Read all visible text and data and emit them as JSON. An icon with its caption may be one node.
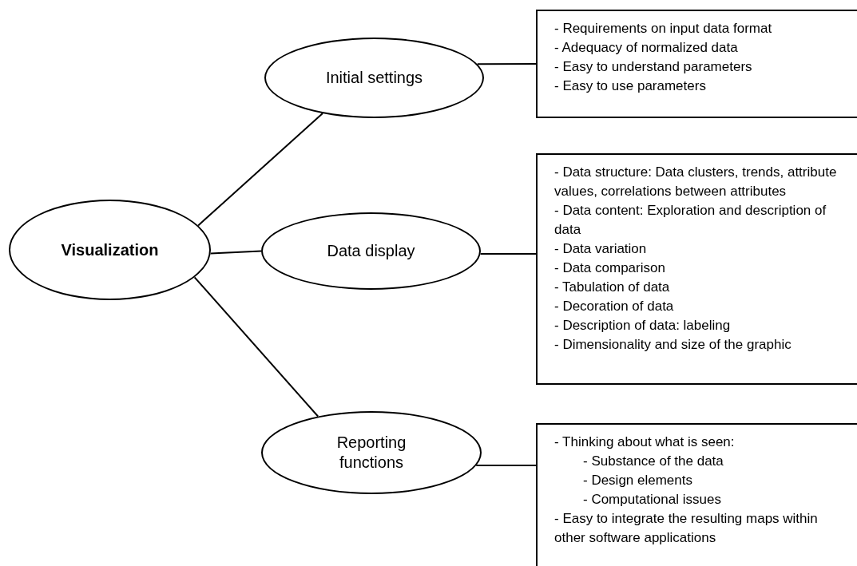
{
  "diagram": {
    "nodes": [
      {
        "text": [
          "Visualization"
        ]
      },
      {
        "text": [
          "Initial settings"
        ]
      },
      {
        "text": [
          "- Requirements on input data format",
          "- Adequacy of normalized data",
          "- Easy to understand parameters",
          "- Easy to use parameters"
        ]
      },
      {
        "text": [
          "Data display"
        ]
      },
      {
        "text": [
          "- Data structure: Data clusters, trends, attribute values, correlations between attributes",
          "- Data content: Exploration and description of data",
          "- Data variation",
          "- Data comparison",
          "- Tabulation of data",
          "- Decoration of data",
          "- Description of data: labeling",
          "- Dimensionality and size of the graphic"
        ]
      },
      {
        "text": [
          "Reporting functions"
        ]
      },
      {
        "text": [
          "- Thinking about what is seen:",
          "- Substance of the data",
          "- Design elements",
          "- Computational issues",
          "- Easy to integrate the resulting maps within other software applications"
        ]
      }
    ],
    "edges": [
      {
        "from": 0,
        "to": 1,
        "arrow": "none"
      },
      {
        "from": 0,
        "to": 3,
        "arrow": "none"
      },
      {
        "from": 0,
        "to": 5,
        "arrow": "none"
      },
      {
        "from": 1,
        "to": 2,
        "arrow": "none"
      },
      {
        "from": 3,
        "to": 4,
        "arrow": "none"
      },
      {
        "from": 5,
        "to": 6,
        "arrow": "none"
      }
    ]
  }
}
